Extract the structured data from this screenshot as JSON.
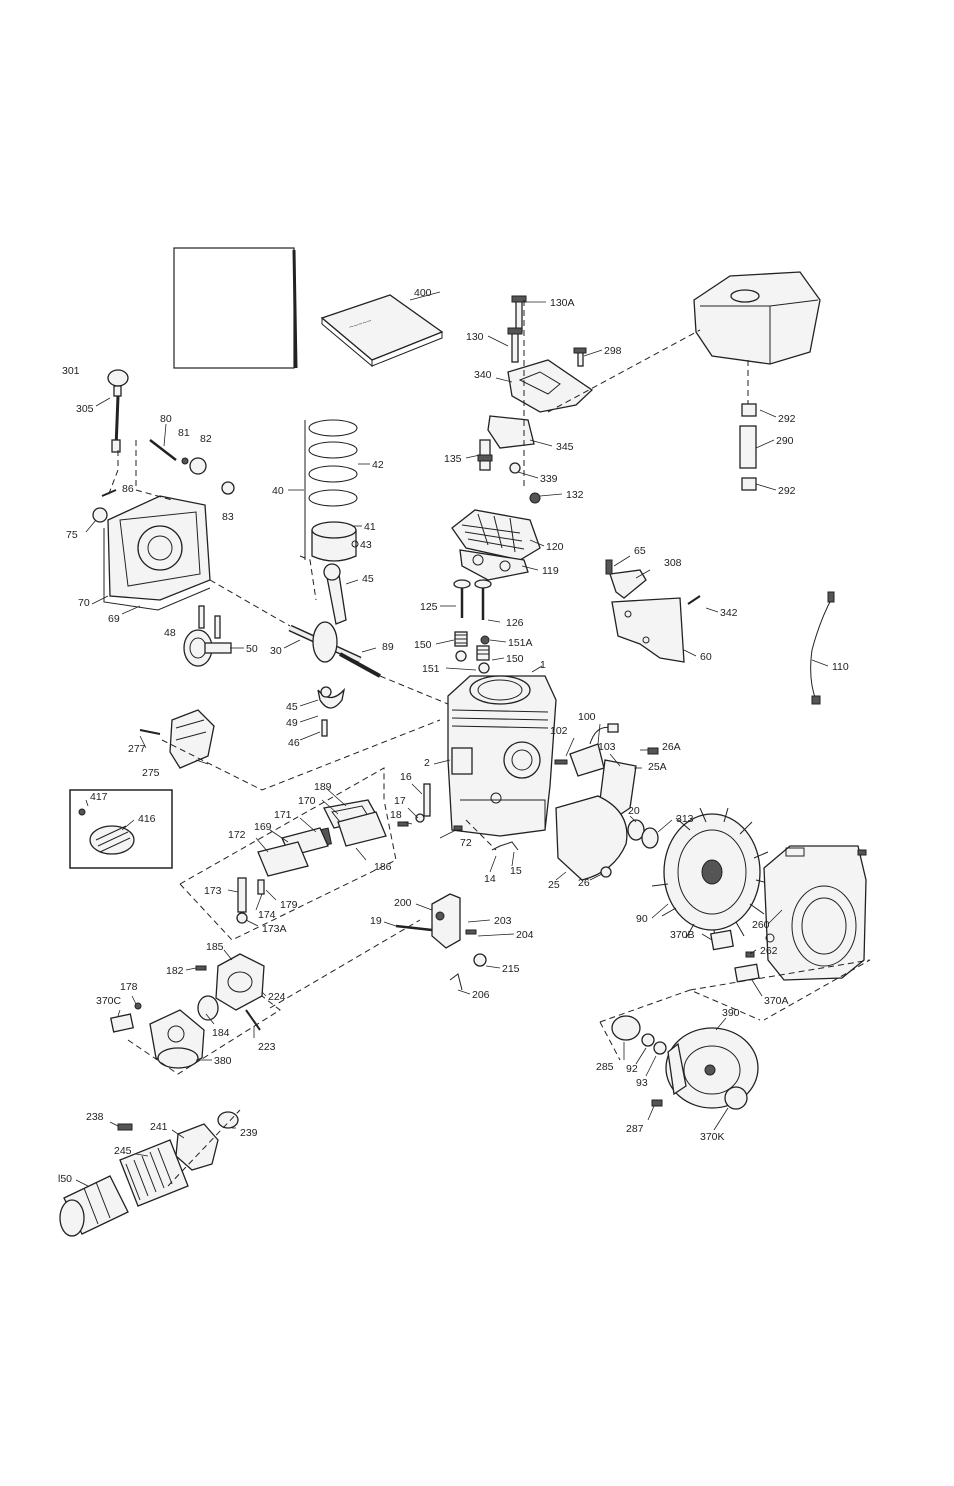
{
  "labels": [
    {
      "id": "400",
      "text": "400"
    },
    {
      "id": "130A",
      "text": "130A"
    },
    {
      "id": "130",
      "text": "130"
    },
    {
      "id": "298",
      "text": "298"
    },
    {
      "id": "340",
      "text": "340"
    },
    {
      "id": "345",
      "text": "345"
    },
    {
      "id": "135",
      "text": "135"
    },
    {
      "id": "339",
      "text": "339"
    },
    {
      "id": "132",
      "text": "132"
    },
    {
      "id": "120",
      "text": "120"
    },
    {
      "id": "119",
      "text": "119"
    },
    {
      "id": "292a",
      "text": "292"
    },
    {
      "id": "290",
      "text": "290"
    },
    {
      "id": "292b",
      "text": "292"
    },
    {
      "id": "305",
      "text": "305"
    },
    {
      "id": "80",
      "text": "80"
    },
    {
      "id": "81",
      "text": "81"
    },
    {
      "id": "82",
      "text": "82"
    },
    {
      "id": "83",
      "text": "83"
    },
    {
      "id": "86",
      "text": "86"
    },
    {
      "id": "75",
      "text": "75"
    },
    {
      "id": "70",
      "text": "70"
    },
    {
      "id": "69",
      "text": "69"
    },
    {
      "id": "40",
      "text": "40"
    },
    {
      "id": "42",
      "text": "42"
    },
    {
      "id": "41",
      "text": "41"
    },
    {
      "id": "43",
      "text": "43"
    },
    {
      "id": "45a",
      "text": "45"
    },
    {
      "id": "48",
      "text": "48"
    },
    {
      "id": "50",
      "text": "50"
    },
    {
      "id": "30",
      "text": "30"
    },
    {
      "id": "89",
      "text": "89"
    },
    {
      "id": "45b",
      "text": "45"
    },
    {
      "id": "49",
      "text": "49"
    },
    {
      "id": "46",
      "text": "46"
    },
    {
      "id": "125",
      "text": "125"
    },
    {
      "id": "126",
      "text": "126"
    },
    {
      "id": "150a",
      "text": "150"
    },
    {
      "id": "151A",
      "text": "151A"
    },
    {
      "id": "151",
      "text": "151"
    },
    {
      "id": "150b",
      "text": "150"
    },
    {
      "id": "1",
      "text": "1"
    },
    {
      "id": "65",
      "text": "65"
    },
    {
      "id": "308",
      "text": "308"
    },
    {
      "id": "342",
      "text": "342"
    },
    {
      "id": "60",
      "text": "60"
    },
    {
      "id": "110",
      "text": "110"
    },
    {
      "id": "277",
      "text": "277"
    },
    {
      "id": "275",
      "text": "275"
    },
    {
      "id": "417",
      "text": "417"
    },
    {
      "id": "416",
      "text": "416"
    },
    {
      "id": "102",
      "text": "102"
    },
    {
      "id": "100",
      "text": "100"
    },
    {
      "id": "103",
      "text": "103"
    },
    {
      "id": "26A",
      "text": "26A"
    },
    {
      "id": "25A",
      "text": "25A"
    },
    {
      "id": "2",
      "text": "2"
    },
    {
      "id": "16",
      "text": "16"
    },
    {
      "id": "17",
      "text": "17"
    },
    {
      "id": "18",
      "text": "18"
    },
    {
      "id": "72",
      "text": "72"
    },
    {
      "id": "189",
      "text": "189"
    },
    {
      "id": "170",
      "text": "170"
    },
    {
      "id": "171",
      "text": "171"
    },
    {
      "id": "169",
      "text": "169"
    },
    {
      "id": "172",
      "text": "172"
    },
    {
      "id": "186",
      "text": "186"
    },
    {
      "id": "173",
      "text": "173"
    },
    {
      "id": "174",
      "text": "174"
    },
    {
      "id": "179",
      "text": "179"
    },
    {
      "id": "173A",
      "text": "173A"
    },
    {
      "id": "14",
      "text": "14"
    },
    {
      "id": "15",
      "text": "15"
    },
    {
      "id": "25",
      "text": "25"
    },
    {
      "id": "26",
      "text": "26"
    },
    {
      "id": "20",
      "text": "20"
    },
    {
      "id": "313",
      "text": "313"
    },
    {
      "id": "90",
      "text": "90"
    },
    {
      "id": "260",
      "text": "260"
    },
    {
      "id": "370B",
      "text": "370B"
    },
    {
      "id": "262",
      "text": "262"
    },
    {
      "id": "370A",
      "text": "370A"
    },
    {
      "id": "200",
      "text": "200"
    },
    {
      "id": "19",
      "text": "19"
    },
    {
      "id": "203",
      "text": "203"
    },
    {
      "id": "204",
      "text": "204"
    },
    {
      "id": "215",
      "text": "215"
    },
    {
      "id": "206",
      "text": "206"
    },
    {
      "id": "185",
      "text": "185"
    },
    {
      "id": "182",
      "text": "182"
    },
    {
      "id": "224",
      "text": "224"
    },
    {
      "id": "178",
      "text": "178"
    },
    {
      "id": "370C",
      "text": "370C"
    },
    {
      "id": "184",
      "text": "184"
    },
    {
      "id": "223",
      "text": "223"
    },
    {
      "id": "380",
      "text": "380"
    },
    {
      "id": "390",
      "text": "390"
    },
    {
      "id": "285",
      "text": "285"
    },
    {
      "id": "92",
      "text": "92"
    },
    {
      "id": "93",
      "text": "93"
    },
    {
      "id": "287",
      "text": "287"
    },
    {
      "id": "370K",
      "text": "370K"
    },
    {
      "id": "238",
      "text": "238"
    },
    {
      "id": "241",
      "text": "241"
    },
    {
      "id": "239",
      "text": "239"
    },
    {
      "id": "245",
      "text": "245"
    },
    {
      "id": "l50",
      "text": "l50"
    },
    {
      "id": "301",
      "text": "301"
    }
  ]
}
